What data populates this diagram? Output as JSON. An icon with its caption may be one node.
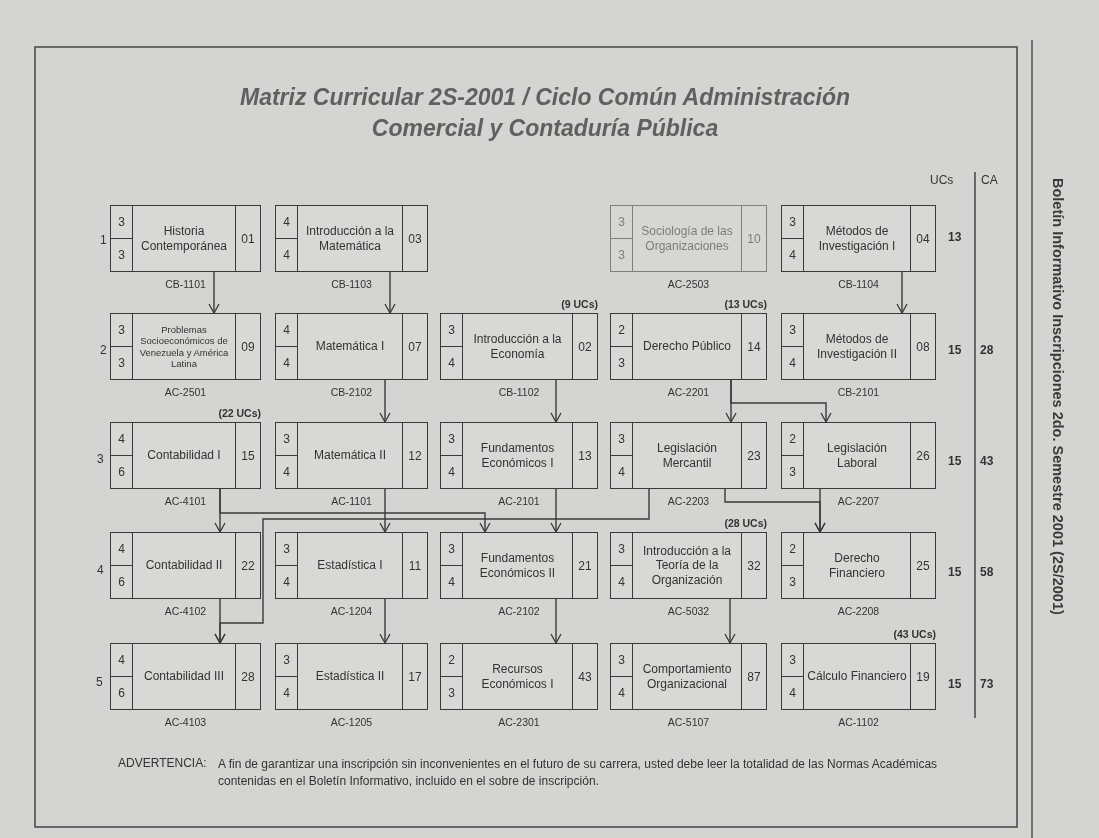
{
  "diagram": {
    "title": "Matriz Curricular 2S-2001 / Ciclo Común Administración Comercial y Contaduría Pública",
    "nodes": [
      {
        "text": [
          "3",
          "3",
          "Historia Contemporánea",
          "01"
        ],
        "beside": [
          "CB-1101"
        ]
      },
      {
        "text": [
          "4",
          "4",
          "Introducción a la Matemática",
          "03"
        ],
        "beside": [
          "CB-1103"
        ]
      },
      {
        "text": [
          "3",
          "3",
          "Sociología de las Organizaciones",
          "10"
        ],
        "beside": [
          "AC-2503"
        ]
      },
      {
        "text": [
          "3",
          "4",
          "Métodos de Investigación I",
          "04"
        ],
        "beside": [
          "CB-1104"
        ]
      },
      {
        "text": [
          "3",
          "3",
          "Problemas Socioeconómicos de Venezuela y América Latina",
          "09"
        ],
        "beside": [
          "AC-2501"
        ]
      },
      {
        "text": [
          "4",
          "4",
          "Matemática I",
          "07"
        ],
        "beside": [
          "CB-2102"
        ]
      },
      {
        "text": [
          "3",
          "4",
          "Introducción a la Economía",
          "02"
        ],
        "beside": [
          "CB-1102",
          "(9 UCs)"
        ]
      },
      {
        "text": [
          "2",
          "3",
          "Derecho Público",
          "14"
        ],
        "beside": [
          "AC-2201",
          "(13 UCs)"
        ]
      },
      {
        "text": [
          "3",
          "4",
          "Métodos de Investigación II",
          "08"
        ],
        "beside": [
          "CB-2101"
        ]
      },
      {
        "text": [
          "4",
          "6",
          "Contabilidad I",
          "15"
        ],
        "beside": [
          "AC-4101",
          "(22 UCs)"
        ]
      },
      {
        "text": [
          "3",
          "4",
          "Matemática II",
          "12"
        ],
        "beside": [
          "AC-1101"
        ]
      },
      {
        "text": [
          "3",
          "4",
          "Fundamentos Económicos I",
          "13"
        ],
        "beside": [
          "AC-2101"
        ]
      },
      {
        "text": [
          "3",
          "4",
          "Legislación Mercantil",
          "23"
        ],
        "beside": [
          "AC-2203"
        ]
      },
      {
        "text": [
          "2",
          "3",
          "Legislación Laboral",
          "26"
        ],
        "beside": [
          "AC-2207"
        ]
      },
      {
        "text": [
          "4",
          "6",
          "Contabilidad II",
          "22"
        ],
        "beside": [
          "AC-4102"
        ]
      },
      {
        "text": [
          "3",
          "4",
          "Estadística I",
          "11"
        ],
        "beside": [
          "AC-1204"
        ]
      },
      {
        "text": [
          "3",
          "4",
          "Fundamentos Económicos II",
          "21"
        ],
        "beside": [
          "AC-2102"
        ]
      },
      {
        "text": [
          "3",
          "4",
          "Introducción a la Teoría de la Organización",
          "32"
        ],
        "beside": [
          "AC-5032",
          "(28 UCs)"
        ]
      },
      {
        "text": [
          "2",
          "3",
          "Derecho Financiero",
          "25"
        ],
        "beside": [
          "AC-2208"
        ]
      },
      {
        "text": [
          "4",
          "6",
          "Contabilidad III",
          "28"
        ],
        "beside": [
          "AC-4103"
        ]
      },
      {
        "text": [
          "3",
          "4",
          "Estadística II",
          "17"
        ],
        "beside": [
          "AC-1205"
        ]
      },
      {
        "text": [
          "2",
          "3",
          "Recursos Económicos I",
          "43"
        ],
        "beside": [
          "AC-2301"
        ]
      },
      {
        "text": [
          "3",
          "4",
          "Comportamiento Organizacional",
          "87"
        ],
        "beside": [
          "AC-5107"
        ]
      },
      {
        "text": [
          "3",
          "4",
          "Cálculo Financiero",
          "19"
        ],
        "beside": [
          "AC-1102",
          "(43 UCs)"
        ]
      }
    ],
    "edges": [
      {
        "from": 0,
        "to": 4,
        "arrow": "to"
      },
      {
        "from": 1,
        "to": 5,
        "arrow": "to"
      },
      {
        "from": 3,
        "to": 8,
        "arrow": "to"
      },
      {
        "from": 5,
        "to": 10,
        "arrow": "to"
      },
      {
        "from": 6,
        "to": 11,
        "arrow": "to"
      },
      {
        "from": 7,
        "to": 12,
        "arrow": "to"
      },
      {
        "from": 7,
        "to": 13,
        "arrow": "to"
      },
      {
        "from": 9,
        "to": 14,
        "arrow": "to"
      },
      {
        "from": 9,
        "to": 16,
        "arrow": "to"
      },
      {
        "from": 10,
        "to": 15,
        "arrow": "to"
      },
      {
        "from": 11,
        "to": 16,
        "arrow": "to"
      },
      {
        "from": 12,
        "to": 19,
        "arrow": "to"
      },
      {
        "from": 12,
        "to": 18,
        "arrow": "to"
      },
      {
        "from": 13,
        "to": 18,
        "arrow": "to"
      },
      {
        "from": 14,
        "to": 19,
        "arrow": "to"
      },
      {
        "from": 15,
        "to": 20,
        "arrow": "to"
      },
      {
        "from": 16,
        "to": 21,
        "arrow": "to"
      },
      {
        "from": 17,
        "to": 22,
        "arrow": "to"
      }
    ],
    "labels": [
      "UCs",
      "CA",
      "1",
      "13",
      "2",
      "15",
      "28",
      "3",
      "15",
      "43",
      "4",
      "15",
      "58",
      "5",
      "15",
      "73",
      "ADVERTENCIA:",
      "A fin de garantizar una inscripción sin inconvenientes en el futuro de su carrera, usted debe leer la totalidad de las Normas Académicas contenidas en el Boletín Informativo, incluido en el sobre de inscripción.",
      "Boletín Informativo Inscripciones 2do. Semestre 2001 (2S/2001)"
    ]
  }
}
